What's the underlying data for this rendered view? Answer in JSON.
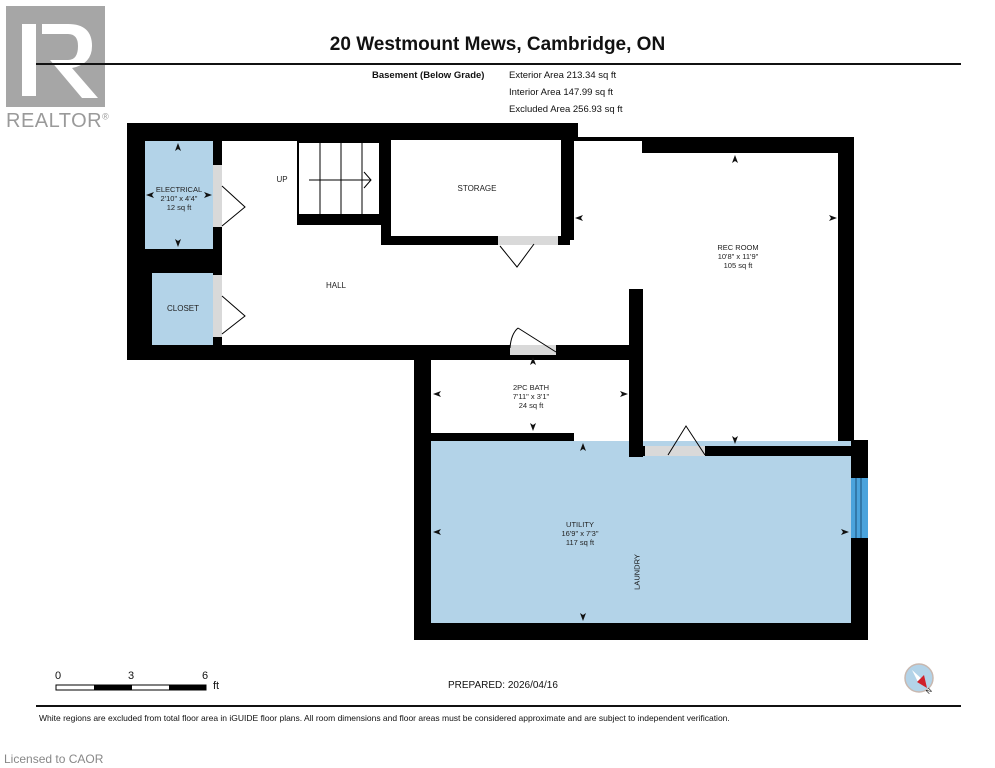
{
  "header": {
    "logo": {
      "icon": "realtor-r-logo-icon",
      "text": "REALTOR",
      "registered": "®"
    },
    "title": "20 Westmount Mews, Cambridge, ON",
    "level": "Basement (Below Grade)",
    "areas": [
      "Exterior Area 213.34 sq ft",
      "Interior Area 147.99 sq ft",
      "Excluded Area 256.93 sq ft"
    ]
  },
  "rooms": {
    "electrical": {
      "name": "ELECTRICAL",
      "dims": "2'10\" x 4'4\"",
      "area": "12 sq ft"
    },
    "closet": {
      "name": "CLOSET"
    },
    "hall": {
      "name": "HALL"
    },
    "stairs": {
      "label": "UP"
    },
    "storage": {
      "name": "STORAGE"
    },
    "rec_room": {
      "name": "REC ROOM",
      "dims": "10'8\" x 11'9\"",
      "area": "105 sq ft"
    },
    "bath": {
      "name": "2PC BATH",
      "dims": "7'11\" x 3'1\"",
      "area": "24 sq ft"
    },
    "utility": {
      "name": "UTILITY",
      "dims": "16'9\" x 7'3\"",
      "area": "117 sq ft"
    },
    "laundry": {
      "name": "LAUNDRY"
    }
  },
  "colors": {
    "wall": "#000000",
    "included_room": "#b3d3e8",
    "door_gap": "#d9d9d9",
    "window": "#4aa3dc",
    "compass_needle": "#d0202a"
  },
  "scale": {
    "ticks": [
      "0",
      "3",
      "6"
    ],
    "unit": "ft"
  },
  "compass": {
    "icon": "north-compass-icon",
    "label": "N"
  },
  "footer": {
    "prepared": "PREPARED: 2026/04/16",
    "disclaimer": "White regions are excluded from total floor area in iGUIDE floor plans. All room dimensions and floor areas must be considered approximate and are subject to independent verification.",
    "licensed": "Licensed to CAOR"
  }
}
